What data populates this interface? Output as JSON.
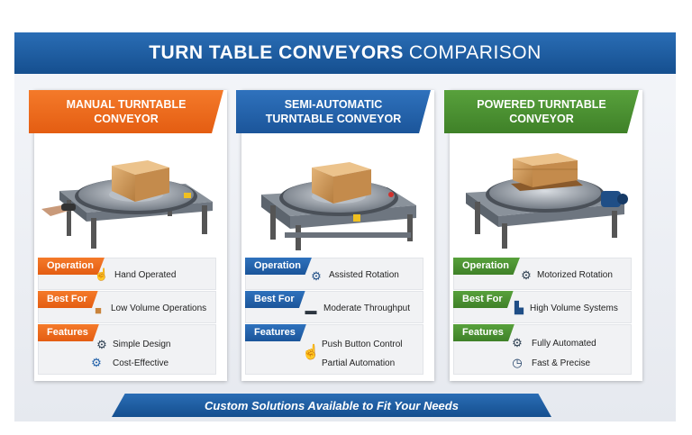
{
  "header": {
    "title_bold": "TURN TABLE CONVEYORS",
    "title_light": "COMPARISON"
  },
  "cards": [
    {
      "title_line1": "MANUAL TURNTABLE",
      "title_line2": "CONVEYOR",
      "accent": "#e45d12",
      "operation_label": "Operation",
      "operation_value": "Hand Operated",
      "best_for_label": "Best For",
      "best_for_value": "Low Volume Operations",
      "features_label": "Features",
      "features": [
        "Simple Design",
        "Cost-Effective"
      ]
    },
    {
      "title_line1": "SEMI-AUTOMATIC",
      "title_line2": "TURNTABLE CONVEYOR",
      "accent": "#1b559a",
      "operation_label": "Operation",
      "operation_value": "Assisted Rotation",
      "best_for_label": "Best For",
      "best_for_value": "Moderate Throughput",
      "features_label": "Features",
      "features": [
        "Push Button Control",
        "Partial Automation"
      ]
    },
    {
      "title_line1": "POWERED TURNTABLE",
      "title_line2": "CONVEYOR",
      "accent": "#3f8128",
      "operation_label": "Operation",
      "operation_value": "Motorized Rotation",
      "best_for_label": "Best For",
      "best_for_value": "High Volume Systems",
      "features_label": "Features",
      "features": [
        "Fully Automated",
        "Fast & Precise"
      ]
    }
  ],
  "footer": {
    "text": "Custom Solutions Available to Fit Your Needs"
  },
  "icons": {
    "hand": "hand-icon",
    "boxes": "boxes-icon",
    "gear": "gear-icon",
    "gears-coin": "gears-coin-icon",
    "conveyor": "conveyor-icon",
    "push-button": "push-button-icon",
    "factory": "factory-icon",
    "gear-clock": "gear-clock-icon"
  }
}
